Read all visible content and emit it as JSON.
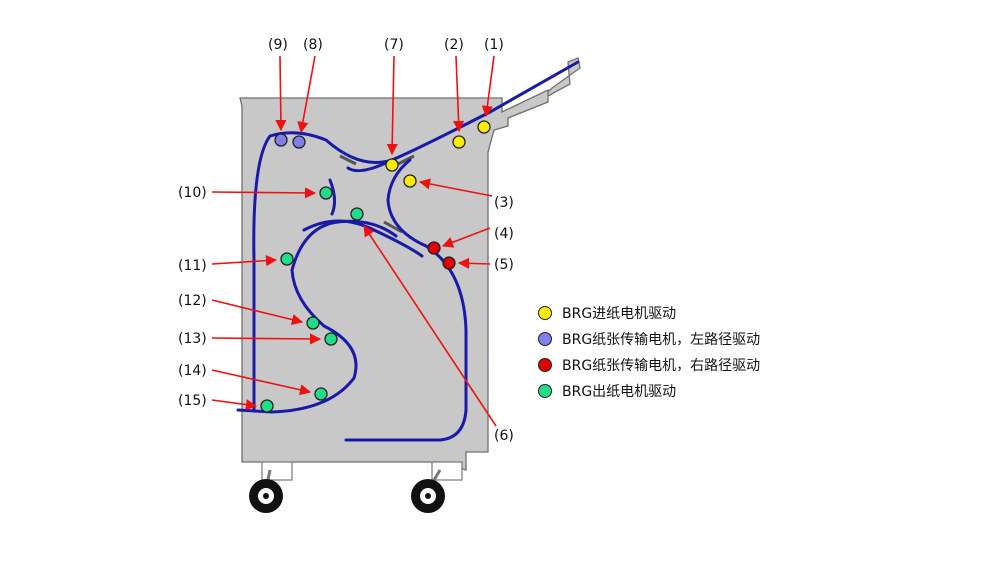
{
  "callouts": [
    "(1)",
    "(2)",
    "(3)",
    "(4)",
    "(5)",
    "(6)",
    "(7)",
    "(8)",
    "(9)",
    "(10)",
    "(11)",
    "(12)",
    "(13)",
    "(14)",
    "(15)"
  ],
  "legend": [
    {
      "color": "#ffeb00",
      "text": "BRG进纸电机驱动"
    },
    {
      "color": "#8080e8",
      "text": "BRG纸张传输电机，左路径驱动"
    },
    {
      "color": "#dd0000",
      "text": "BRG纸张传输电机，右路径驱动"
    },
    {
      "color": "#22dd88",
      "text": "BRG出纸电机驱动"
    }
  ],
  "colors": {
    "body": "#c8c8c8",
    "path": "#1a1aa8",
    "arrow": "#ee1111"
  }
}
